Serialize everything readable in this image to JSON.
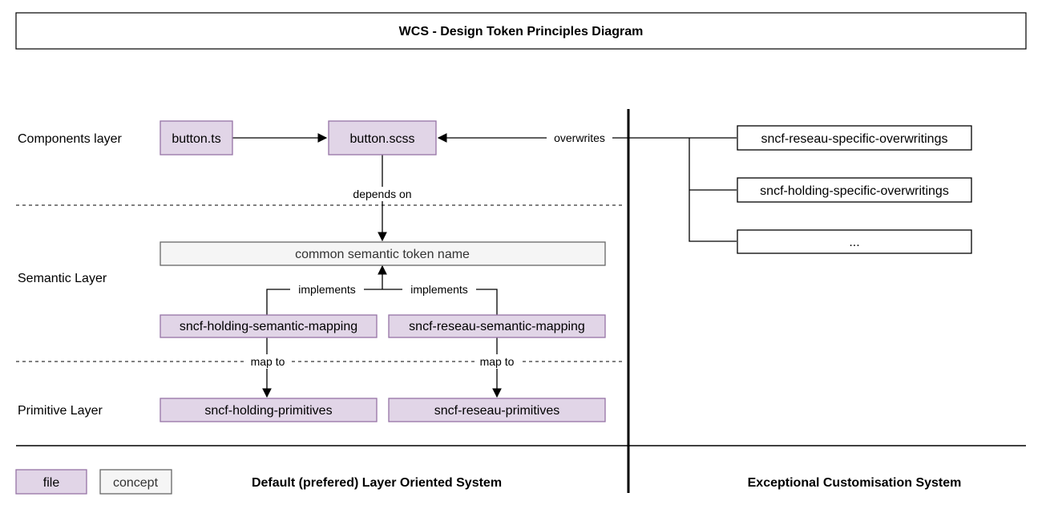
{
  "title": "WCS - Design Token Principles Diagram",
  "layers": {
    "components": "Components layer",
    "semantic": "Semantic Layer",
    "primitive": "Primitive Layer"
  },
  "nodes": {
    "button_ts": "button.ts",
    "button_scss": "button.scss",
    "common_semantic": "common semantic token name",
    "holding_mapping": "sncf-holding-semantic-mapping",
    "reseau_mapping": "sncf-reseau-semantic-mapping",
    "holding_primitives": "sncf-holding-primitives",
    "reseau_primitives": "sncf-reseau-primitives",
    "reseau_overwritings": "sncf-reseau-specific-overwritings",
    "holding_overwritings": "sncf-holding-specific-overwritings",
    "more_overwritings": "..."
  },
  "edge_labels": {
    "overwrites": "overwrites",
    "depends_on": "depends on",
    "implements_left": "implements",
    "implements_right": "implements",
    "map_to_left": "map to",
    "map_to_right": "map to"
  },
  "legend": {
    "file": "file",
    "concept": "concept"
  },
  "footer": {
    "left_system": "Default (prefered) Layer Oriented System",
    "right_system": "Exceptional Customisation System"
  },
  "colors": {
    "file_fill": "#e1d5e7",
    "file_stroke": "#9673a6",
    "concept_fill": "#f5f5f5",
    "concept_stroke": "#666666",
    "line": "#000000"
  }
}
